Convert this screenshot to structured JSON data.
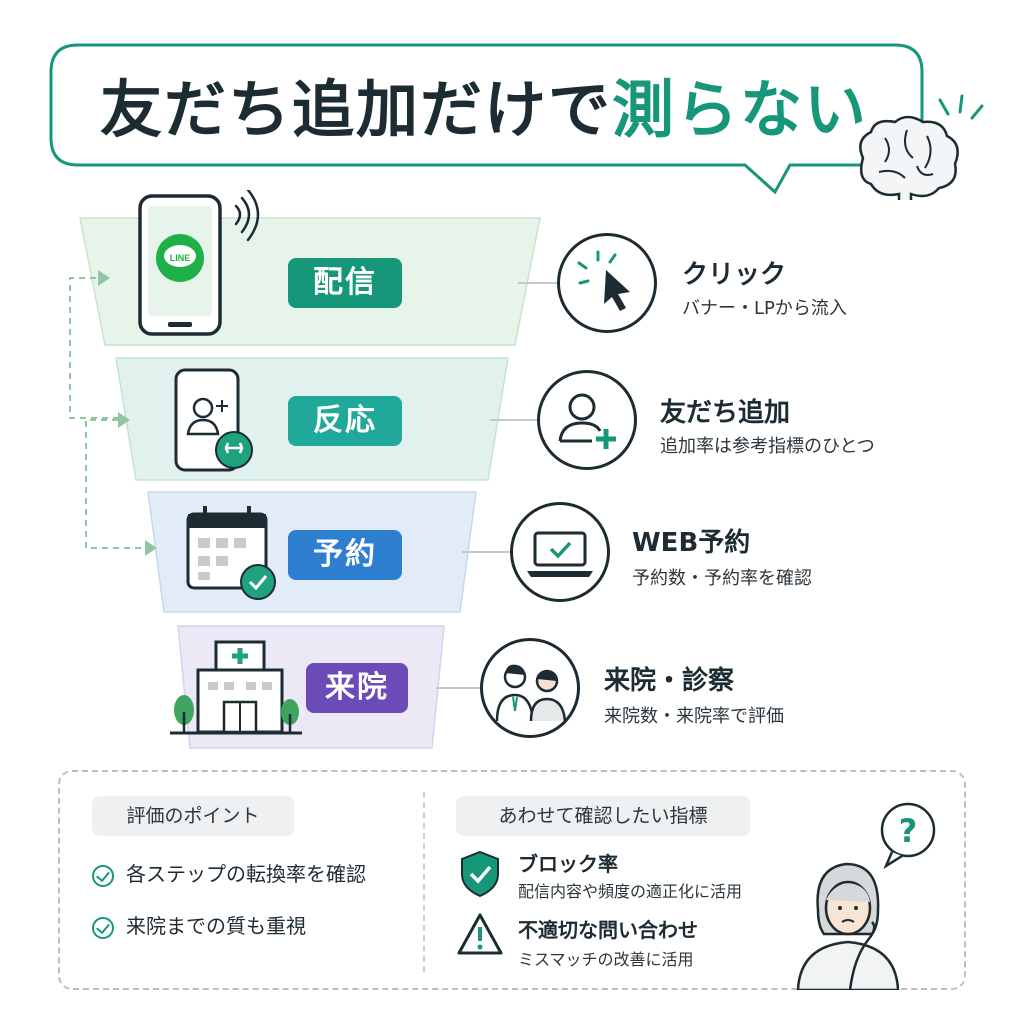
{
  "title": {
    "main": "友だち追加だけで",
    "accent": "測らない"
  },
  "colors": {
    "green": "#17977a",
    "teal": "#20a89a",
    "blue": "#2f7fd0",
    "purple": "#6a4bb8",
    "dark": "#1d2b33"
  },
  "funnel": {
    "stages": [
      {
        "label": "配信",
        "icon": "line-phone-icon",
        "badge": "LINE"
      },
      {
        "label": "反応",
        "icon": "phone-add-user-icon"
      },
      {
        "label": "予約",
        "icon": "calendar-check-icon"
      },
      {
        "label": "来院",
        "icon": "hospital-icon"
      }
    ]
  },
  "steps": [
    {
      "title": "クリック",
      "desc": "バナー・LPから流入",
      "icon": "cursor-click-icon"
    },
    {
      "title": "友だち追加",
      "desc": "追加率は参考指標のひとつ",
      "icon": "user-add-icon"
    },
    {
      "title": "WEB予約",
      "desc": "予約数・予約率を確認",
      "icon": "laptop-check-icon"
    },
    {
      "title": "来院・診察",
      "desc": "来院数・来院率で評価",
      "icon": "doctor-patient-icon"
    }
  ],
  "bottom": {
    "points_title": "評価のポイント",
    "points": [
      "各ステップの転換率を確認",
      "来院までの質も重視"
    ],
    "metrics_title": "あわせて確認したい指標",
    "metrics": [
      {
        "title": "ブロック率",
        "desc": "配信内容や頻度の適正化に活用",
        "icon": "shield-check-icon"
      },
      {
        "title": "不適切な問い合わせ",
        "desc": "ミスマッチの改善に活用",
        "icon": "warning-icon"
      }
    ],
    "thinking_mark": "?"
  }
}
